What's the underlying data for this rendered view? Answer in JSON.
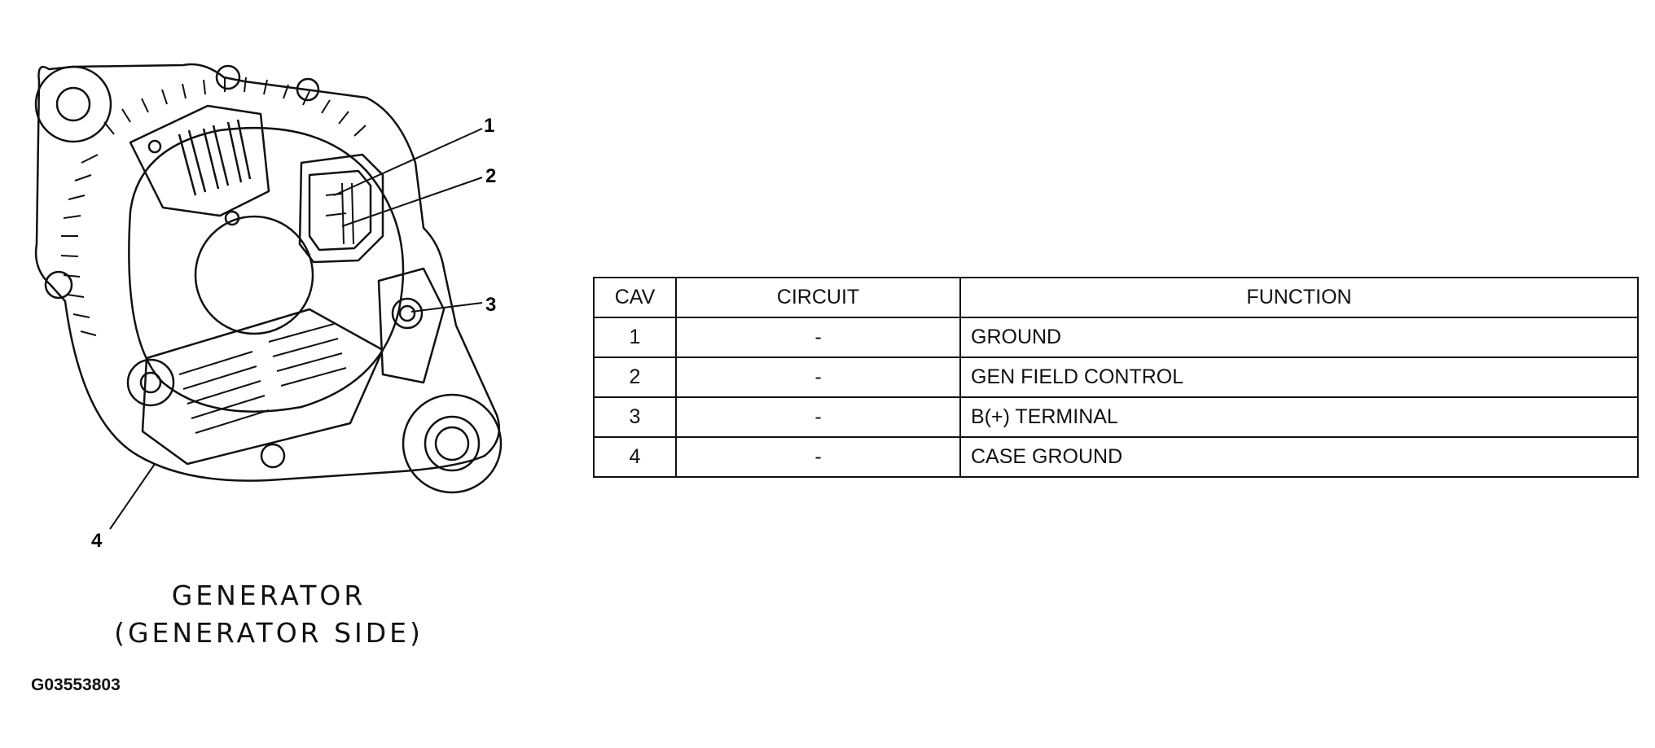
{
  "diagram": {
    "callouts": [
      "1",
      "2",
      "3",
      "4"
    ],
    "caption_line1": "GENERATOR",
    "caption_line2": "(GENERATOR SIDE)",
    "figure_id": "G03553803"
  },
  "table": {
    "headers": [
      "CAV",
      "CIRCUIT",
      "FUNCTION"
    ],
    "rows": [
      [
        "1",
        "-",
        "GROUND"
      ],
      [
        "2",
        "-",
        "GEN FIELD CONTROL"
      ],
      [
        "3",
        "-",
        "B(+) TERMINAL"
      ],
      [
        "4",
        "-",
        "CASE GROUND"
      ]
    ]
  }
}
